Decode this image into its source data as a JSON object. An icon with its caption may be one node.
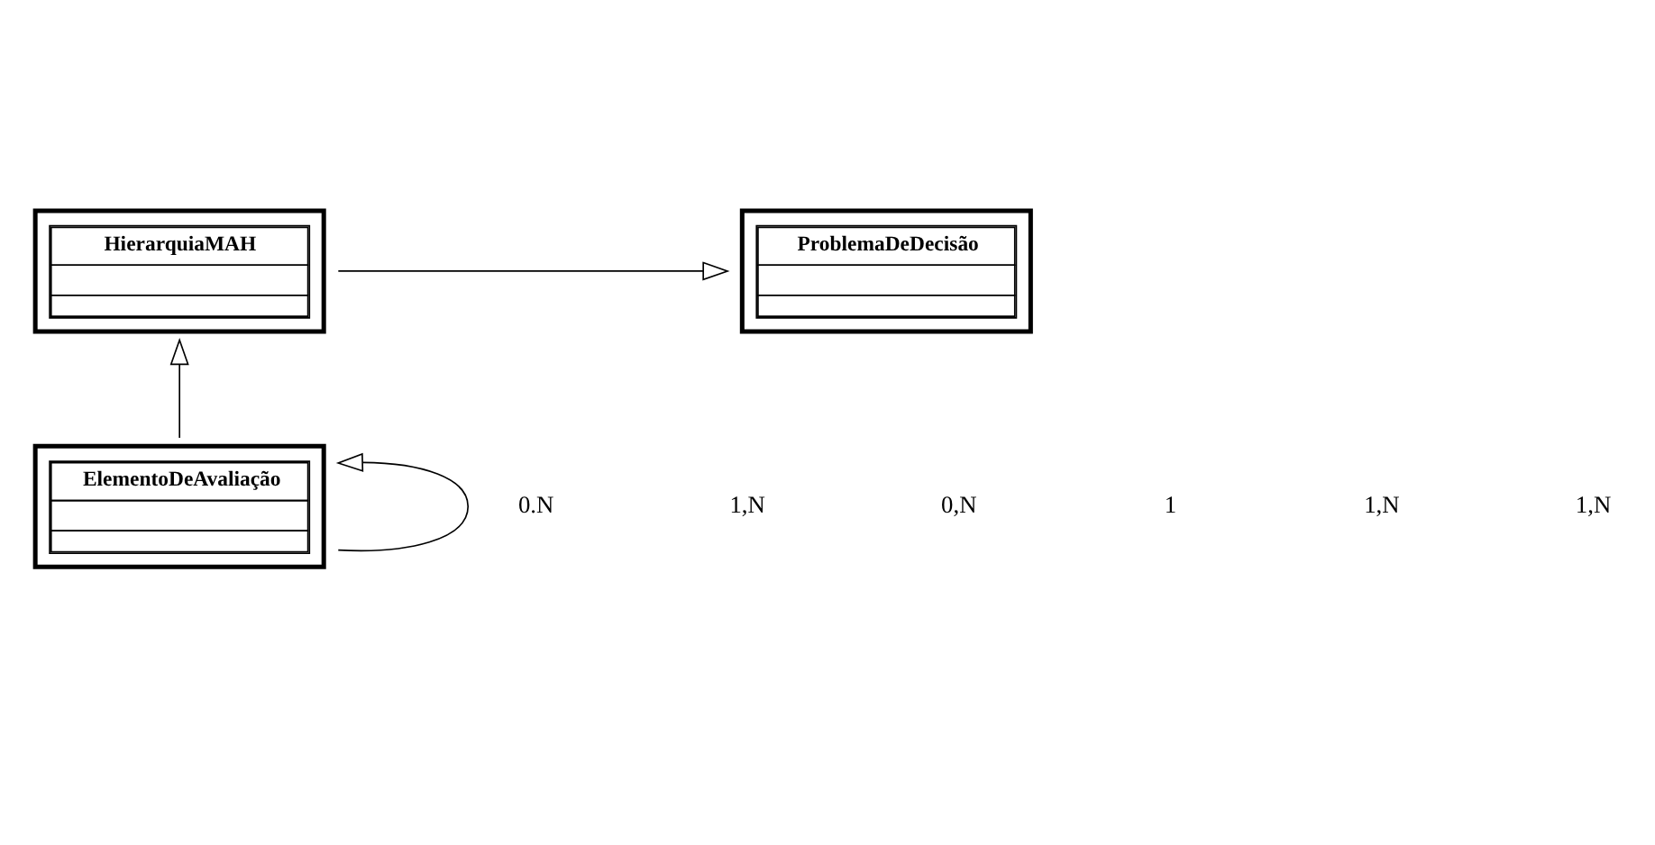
{
  "diagram": {
    "nodes": [
      {
        "text": [
          "HierarquiaMAH"
        ]
      },
      {
        "text": [
          "ProblemaDeDecisão"
        ]
      },
      {
        "text": [
          "ElementoDeAvaliação"
        ]
      }
    ],
    "edges": [
      {
        "from": 0,
        "to": 1,
        "arrow": "to"
      },
      {
        "from": 2,
        "to": 0,
        "arrow": "to"
      },
      {
        "from": 2,
        "to": 2,
        "arrow": "to"
      }
    ],
    "labels": [
      "1,N",
      "1",
      "1,N",
      "0.N",
      "1,N",
      "0,N"
    ]
  }
}
